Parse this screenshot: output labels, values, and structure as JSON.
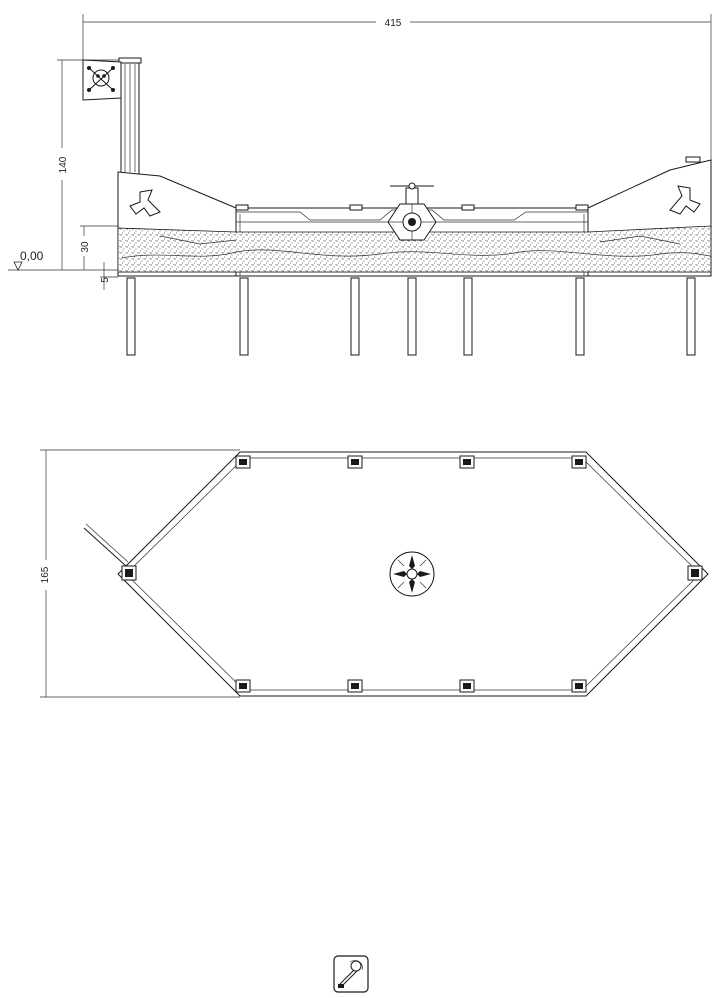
{
  "dimensions": {
    "overall_length": "415",
    "height": "140",
    "sand_depth": "30",
    "ground_level": "0,00",
    "ground_gap": "5",
    "width": "165"
  },
  "colors": {
    "line": "#1a1a1a",
    "sand": "#cfcfcf",
    "background": "#ffffff"
  },
  "icons": {
    "flag": "skull-crossbones-flag-icon",
    "wheel": "ship-wheel-icon",
    "compass": "compass-rose-icon",
    "symbol": "sandbox-symbol-icon"
  }
}
